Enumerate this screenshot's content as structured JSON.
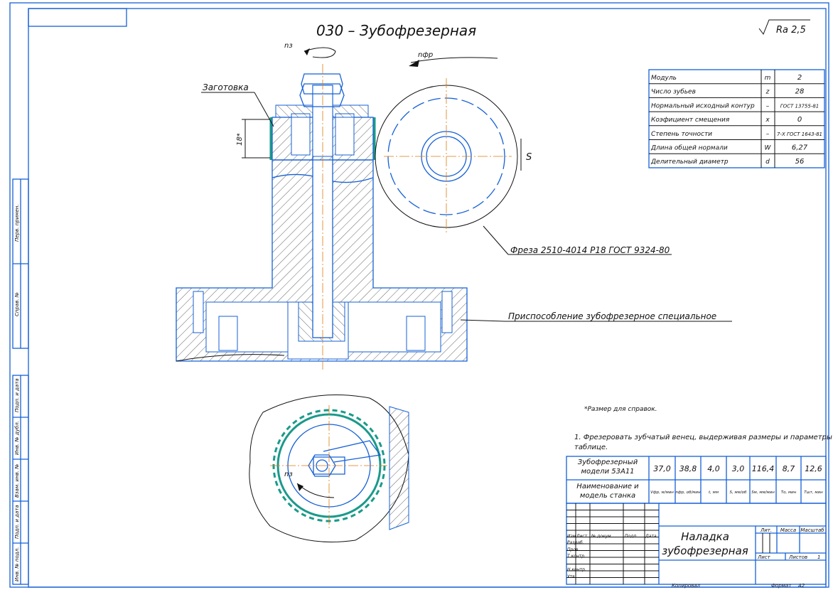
{
  "title": "030 – Зубофрезерная",
  "roughness": "Ra 2,5",
  "labels": {
    "workpiece": "Заготовка",
    "cutter": "Фреза 2510-4014 Р18 ГОСТ 9324-80",
    "fixture": "Приспособление зубофрезерное специальное",
    "n_workpiece": "nз",
    "n_cutter": "nфр",
    "feed": "S",
    "dimension": "18*",
    "n_workpiece_bottom": "nз"
  },
  "params_table": [
    {
      "name": "Модуль",
      "symbol": "m",
      "value": "2"
    },
    {
      "name": "Число зубьев",
      "symbol": "z",
      "value": "28"
    },
    {
      "name": "Нормальный исходный контур",
      "symbol": "–",
      "value": "ГОСТ 13755-81"
    },
    {
      "name": "Коэфициент смещения",
      "symbol": "x",
      "value": "0"
    },
    {
      "name": "Степень точности",
      "symbol": "–",
      "value": "7-Х ГОСТ 1643-81"
    },
    {
      "name": "Длина общей нормали",
      "symbol": "W",
      "value": "6,27"
    },
    {
      "name": "Делительный диаметр",
      "symbol": "d",
      "value": "56"
    }
  ],
  "notes": {
    "reference": "*Размер для справок.",
    "instruction_line1": "1. Фрезеровать зубчатый венец, выдерживая размеры и параметры в",
    "instruction_line2": "таблице."
  },
  "op_table": {
    "machine_line1": "Зубофрезерный",
    "machine_line2": "модели 53А11",
    "name_line1": "Наименование и",
    "name_line2": "модель станка",
    "values": [
      "37,0",
      "38,8",
      "4,0",
      "3,0",
      "116,4",
      "8,7",
      "12,6"
    ],
    "headers": [
      "Vфр, м/мин",
      "nфр, об/мин",
      "t, мм",
      "S, мм/об",
      "Sм, мм/мин",
      "Tо, мин",
      "Tшт, мин"
    ]
  },
  "title_block": {
    "doc_title_line1": "Наладка",
    "doc_title_line2": "зубофрезерная",
    "cols": [
      "Изм.",
      "Лист",
      "№ докум.",
      "Подп.",
      "Дата"
    ],
    "roles": [
      "Разраб.",
      "Пров.",
      "Т.контр.",
      "Н.контр.",
      "Утв."
    ],
    "lit": "Лит.",
    "mass": "Масса",
    "scale": "Масштаб",
    "sheet": "Лист",
    "sheets": "Листов",
    "sheets_count": "1",
    "copied": "Копировал",
    "format": "Формат",
    "format_value": "А2"
  },
  "side_strip": [
    "Перв. примен.",
    "Справ. №",
    "Подп. и дата",
    "Инв. № дубл.",
    "Взам. инв. №",
    "Подп. и дата",
    "Инв. № подл."
  ]
}
